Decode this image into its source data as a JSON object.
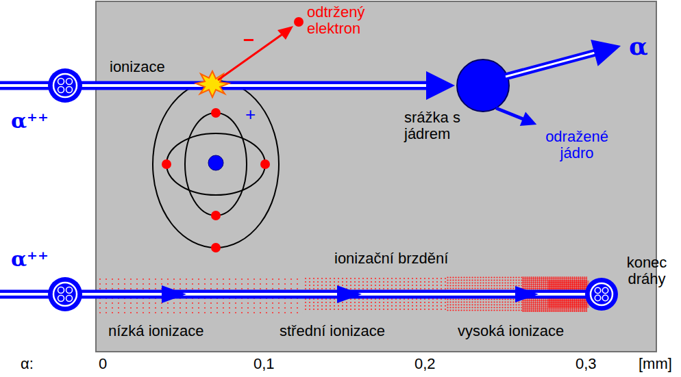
{
  "diagram": {
    "labels": [
      "ionizace",
      "−",
      "odtržený elektron",
      "+",
      "srážka s jádrem",
      "α",
      "odražené jádro",
      "α⁺⁺",
      "α⁺⁺",
      "konec dráhy",
      "ionizační brzdění",
      "nízká ionizace",
      "střední ionizace",
      "vysoká ionizace",
      "α:",
      "0",
      "0,1",
      "0,2",
      "0,3",
      "[mm]"
    ]
  }
}
